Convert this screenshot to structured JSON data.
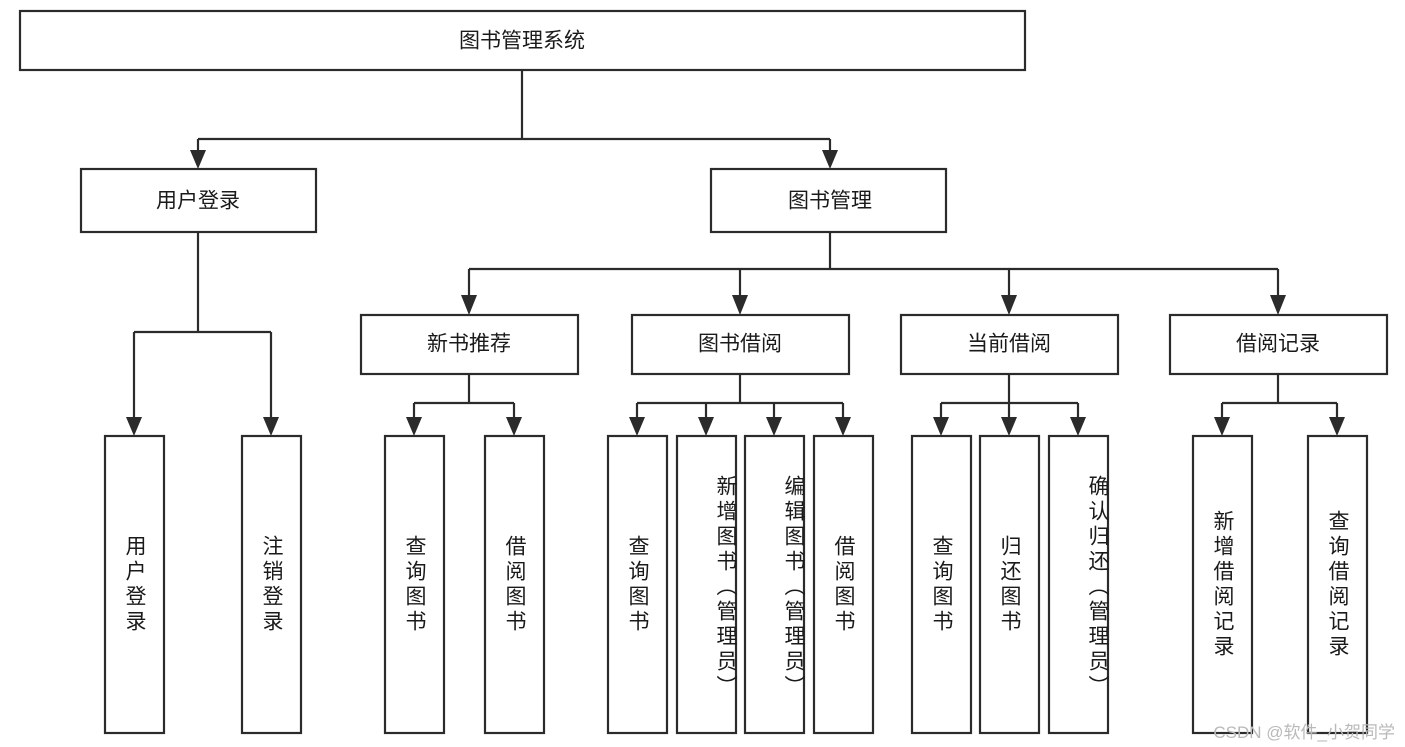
{
  "diagram": {
    "title": "图书管理系统",
    "type": "tree-hierarchy-diagram",
    "watermark": "CSDN @软件_小贺同学",
    "colors": {
      "stroke": "#2b2b2b",
      "fill": "#ffffff",
      "text": "#1a1a1a",
      "watermark": "#b9b9b9"
    },
    "root": {
      "label": "图书管理系统"
    },
    "level2": [
      {
        "label": "用户登录"
      },
      {
        "label": "图书管理"
      }
    ],
    "level3": [
      {
        "label": "新书推荐"
      },
      {
        "label": "图书借阅"
      },
      {
        "label": "当前借阅"
      },
      {
        "label": "借阅记录"
      }
    ],
    "leaves": {
      "user_login": [
        {
          "label": "用户登录"
        },
        {
          "label": "注销登录"
        }
      ],
      "new_book_recommend": [
        {
          "label": "查询图书"
        },
        {
          "label": "借阅图书"
        }
      ],
      "book_borrow": [
        {
          "label": "查询图书"
        },
        {
          "label": "新增图书（管理员）"
        },
        {
          "label": "编辑图书（管理员）"
        },
        {
          "label": "借阅图书"
        }
      ],
      "current_borrow": [
        {
          "label": "查询图书"
        },
        {
          "label": "归还图书"
        },
        {
          "label": "确认归还（管理员）"
        }
      ],
      "borrow_record": [
        {
          "label": "新增借阅记录"
        },
        {
          "label": "查询借阅记录"
        }
      ]
    }
  }
}
